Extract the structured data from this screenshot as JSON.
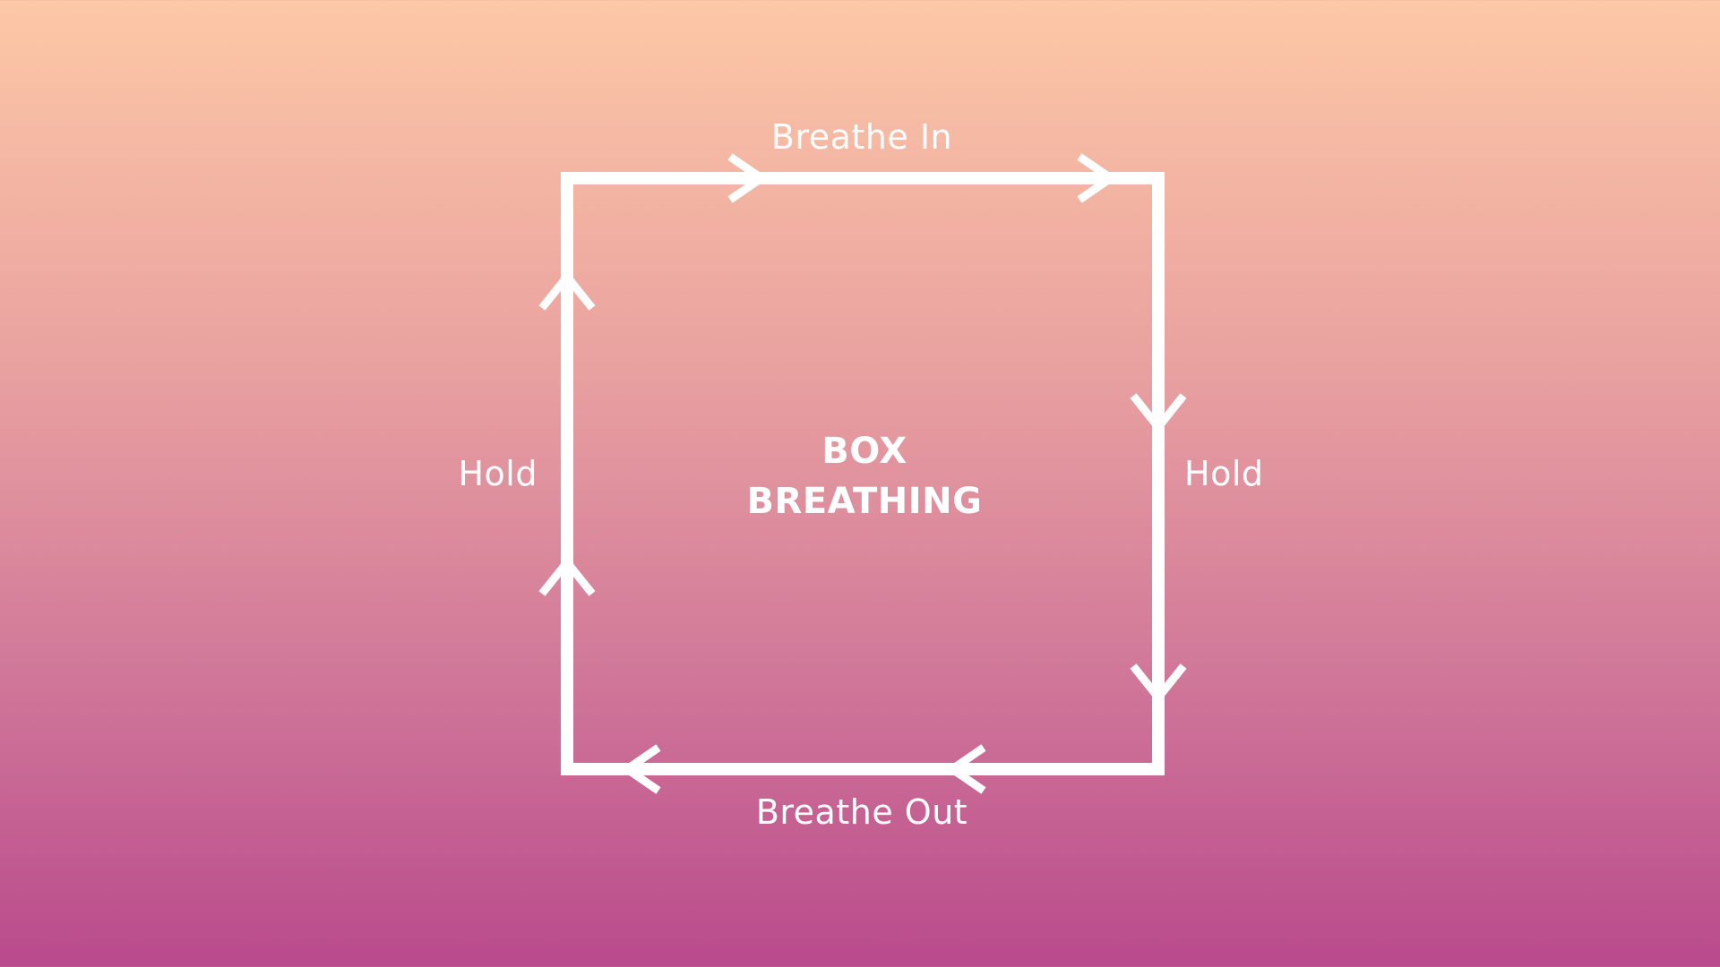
{
  "diagram": {
    "title_line1": "BOX",
    "title_line2": "BREATHING",
    "phases": {
      "top": "Breathe In",
      "right": "Hold",
      "bottom": "Breathe Out",
      "left": "Hold"
    }
  },
  "colors": {
    "background_top": "#fdc8a6",
    "background_bottom": "#b94a8c",
    "stroke": "#ffffff",
    "text": "#ffffff"
  }
}
